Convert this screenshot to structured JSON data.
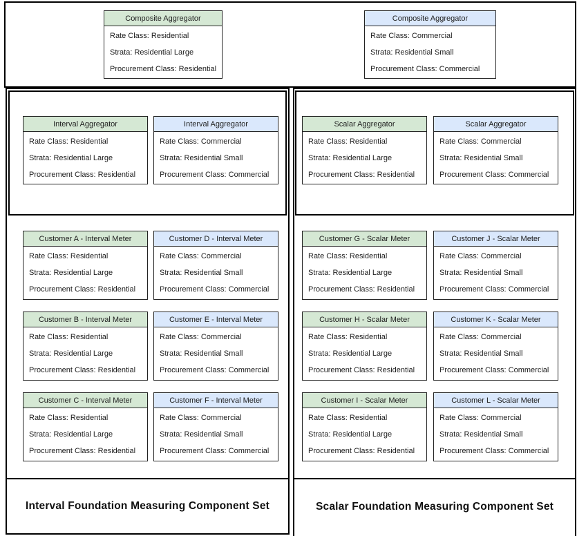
{
  "colors": {
    "green_header": "#d5e8d4",
    "blue_header": "#dae8fc",
    "frame_border": "#000000",
    "card_border": "#222222"
  },
  "composite": [
    {
      "title": "Composite Aggregator",
      "lines": [
        "Rate Class: Residential",
        "Strata: Residential Large",
        "Procurement Class: Residential"
      ]
    },
    {
      "title": "Composite Aggregator",
      "lines": [
        "Rate Class: Commercial",
        "Strata: Residential Small",
        "Procurement Class: Commercial"
      ]
    }
  ],
  "sets": [
    {
      "label": "Interval Foundation Measuring Component Set",
      "aggregators": [
        {
          "title": "Interval Aggregator",
          "lines": [
            "Rate Class: Residential",
            "Strata: Residential Large",
            "Procurement Class: Residential"
          ]
        },
        {
          "title": "Interval Aggregator",
          "lines": [
            "Rate Class: Commercial",
            "Strata: Residential Small",
            "Procurement Class: Commercial"
          ]
        }
      ],
      "meters": [
        [
          {
            "title": "Customer A - Interval Meter",
            "lines": [
              "Rate Class: Residential",
              "Strata: Residential Large",
              "Procurement Class: Residential"
            ]
          },
          {
            "title": "Customer D - Interval Meter",
            "lines": [
              "Rate Class: Commercial",
              "Strata: Residential Small",
              "Procurement Class: Commercial"
            ]
          }
        ],
        [
          {
            "title": "Customer B - Interval Meter",
            "lines": [
              "Rate Class: Residential",
              "Strata: Residential Large",
              "Procurement Class: Residential"
            ]
          },
          {
            "title": "Customer E - Interval Meter",
            "lines": [
              "Rate Class: Commercial",
              "Strata: Residential Small",
              "Procurement Class: Commercial"
            ]
          }
        ],
        [
          {
            "title": "Customer C - Interval Meter",
            "lines": [
              "Rate Class: Residential",
              "Strata: Residential Large",
              "Procurement Class: Residential"
            ]
          },
          {
            "title": "Customer F - Interval Meter",
            "lines": [
              "Rate Class: Commercial",
              "Strata: Residential Small",
              "Procurement Class: Commercial"
            ]
          }
        ]
      ]
    },
    {
      "label": "Scalar Foundation Measuring Component Set",
      "aggregators": [
        {
          "title": "Scalar Aggregator",
          "lines": [
            "Rate Class: Residential",
            "Strata: Residential Large",
            "Procurement Class: Residential"
          ]
        },
        {
          "title": "Scalar Aggregator",
          "lines": [
            "Rate Class: Commercial",
            "Strata: Residential Small",
            "Procurement Class: Commercial"
          ]
        }
      ],
      "meters": [
        [
          {
            "title": "Customer G - Scalar Meter",
            "lines": [
              "Rate Class: Residential",
              "Strata: Residential Large",
              "Procurement Class: Residential"
            ]
          },
          {
            "title": "Customer J - Scalar Meter",
            "lines": [
              "Rate Class: Commercial",
              "Strata: Residential Small",
              "Procurement Class: Commercial"
            ]
          }
        ],
        [
          {
            "title": "Customer H - Scalar Meter",
            "lines": [
              "Rate Class: Residential",
              "Strata: Residential Large",
              "Procurement Class: Residential"
            ]
          },
          {
            "title": "Customer K - Scalar Meter",
            "lines": [
              "Rate Class: Commercial",
              "Strata: Residential Small",
              "Procurement Class: Commercial"
            ]
          }
        ],
        [
          {
            "title": "Customer I - Scalar Meter",
            "lines": [
              "Rate Class: Residential",
              "Strata: Residential Large",
              "Procurement Class: Residential"
            ]
          },
          {
            "title": "Customer L - Scalar Meter",
            "lines": [
              "Rate Class: Commercial",
              "Strata: Residential Small",
              "Procurement Class: Commercial"
            ]
          }
        ]
      ]
    }
  ]
}
